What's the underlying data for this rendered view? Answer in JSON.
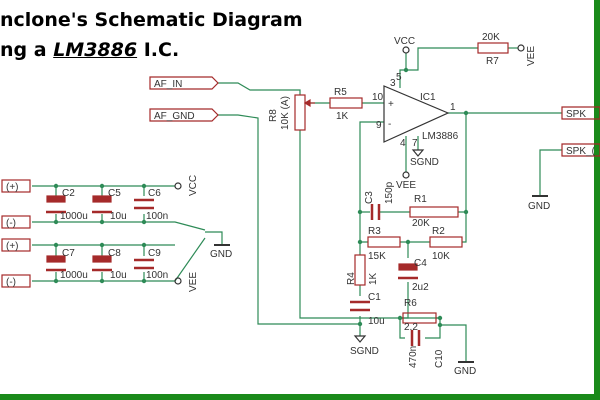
{
  "title": {
    "line1": "nclone's Schematic Diagram",
    "line2_prefix": "ng a ",
    "line2_part": "LM3886",
    "line2_suffix": " I.C."
  },
  "ports": {
    "af_in": "AF_IN",
    "af_gnd": "AF_GND",
    "spk_plus": "SPK",
    "spk_minus": "SPK_(",
    "supply_pos1": "(+)",
    "supply_com1": "(-)",
    "supply_pos2": "(+)",
    "supply_com2": "(-)"
  },
  "ic": {
    "name": "IC1",
    "part": "LM3886",
    "pin_10": "10",
    "pin_9": "9",
    "pin_3": "3",
    "pin_1": "1",
    "pin_5": "5",
    "pin_4": "4",
    "pin_7": "7",
    "plus": "+",
    "minus": "-"
  },
  "components": {
    "r8_name": "R8",
    "r8_value": "10K (A)",
    "r5_name": "R5",
    "r5_value": "1K",
    "r7_name": "R7",
    "r7_value": "20K",
    "r1_name": "R1",
    "r1_value": "20K",
    "r2_name": "R2",
    "r2_value": "10K",
    "r3_name": "R3",
    "r3_value": "15K",
    "r4_name": "R4",
    "r4_value": "1K",
    "r6_name": "R6",
    "r6_value": "2.2",
    "c1_name": "C1",
    "c1_value": "10u",
    "c2_name": "C2",
    "c2_value": "1000u",
    "c3_name": "C3",
    "c3_value": "150p",
    "c4_name": "C4",
    "c4_value": "2u2",
    "c5_name": "C5",
    "c5_value": "10u",
    "c6_name": "C6",
    "c6_value": "100n",
    "c7_name": "C7",
    "c7_value": "1000u",
    "c8_name": "C8",
    "c8_value": "10u",
    "c9_name": "C9",
    "c9_value": "100n",
    "c10_name": "C10",
    "c10_value": "470n"
  },
  "nets": {
    "vcc_top": "VCC",
    "vee_r7": "VEE",
    "vee_ic": "VEE",
    "sgnd_ic": "SGND",
    "sgnd_bottom": "SGND",
    "gnd_spk": "GND",
    "gnd_supply": "GND",
    "gnd_bottom": "GND",
    "vcc_supply": "VCC",
    "vee_supply": "VEE"
  },
  "colors": {
    "wire": "#2e8b57",
    "part": "#a52a2a",
    "text": "#333333",
    "border": "#1a8a1a"
  }
}
